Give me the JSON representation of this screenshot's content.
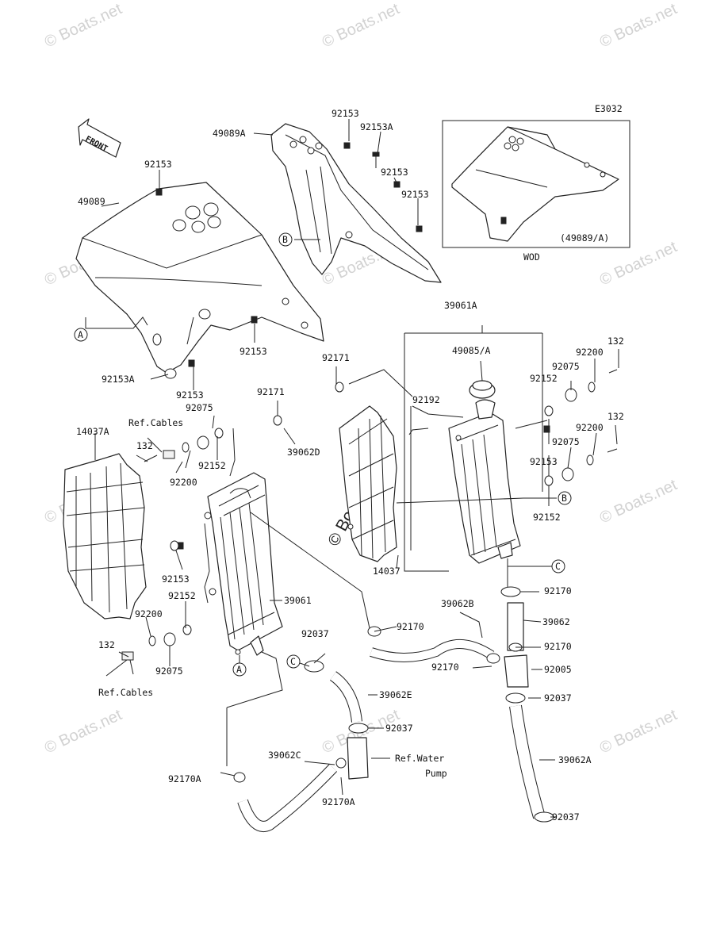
{
  "diagram_code": "E3032",
  "front_label": "FRONT",
  "watermark": "© Boats.net",
  "center_watermark": "© Boats.net",
  "inset": {
    "part": "(49089/A)",
    "caption": "WOD"
  },
  "callouts": [
    "A",
    "B",
    "C"
  ],
  "labels": {
    "p49089A": "49089A",
    "p92153_top": "92153",
    "p92153A_top": "92153A",
    "p92153_r1": "92153",
    "p92153_r2": "92153",
    "p92153_left": "92153",
    "p49089": "49089",
    "p92153_mid": "92153",
    "p92153A_low": "92153A",
    "p92153_low": "92153",
    "p39061A": "39061A",
    "p92171_a": "92171",
    "p92171_b": "92171",
    "p39062D": "39062D",
    "p49085A": "49085/A",
    "p92192": "92192",
    "p92152_r1": "92152",
    "p92075_r1": "92075",
    "p92200_r1": "92200",
    "p132_r1": "132",
    "p132_r2": "132",
    "p92200_r2": "92200",
    "p92075_r2": "92075",
    "p92153_r3": "92153",
    "p92152_r2": "92152",
    "p92075_l1": "92075",
    "ref_cables_1": "Ref.Cables",
    "p14037A": "14037A",
    "p132_l1": "132",
    "p92152_l1": "92152",
    "p92200_l1": "92200",
    "p92153_l2": "92153",
    "p92152_l2": "92152",
    "p92200_l2": "92200",
    "p132_l2": "132",
    "p92075_l2": "92075",
    "ref_cables_2": "Ref.Cables",
    "p39061": "39061",
    "p14037": "14037",
    "p92170_a": "92170",
    "p39062B": "39062B",
    "p92170_b": "92170",
    "p39062": "39062",
    "p92170_c": "92170",
    "p92170_d": "92170",
    "p92005": "92005",
    "p92037_a": "92037",
    "p92037_b": "92037",
    "p39062E": "39062E",
    "p92037_c": "92037",
    "p39062C": "39062C",
    "ref_water": "Ref.Water",
    "ref_pump": "Pump",
    "p92170A_a": "92170A",
    "p92170A_b": "92170A",
    "p39062A": "39062A",
    "p92037_d": "92037"
  }
}
